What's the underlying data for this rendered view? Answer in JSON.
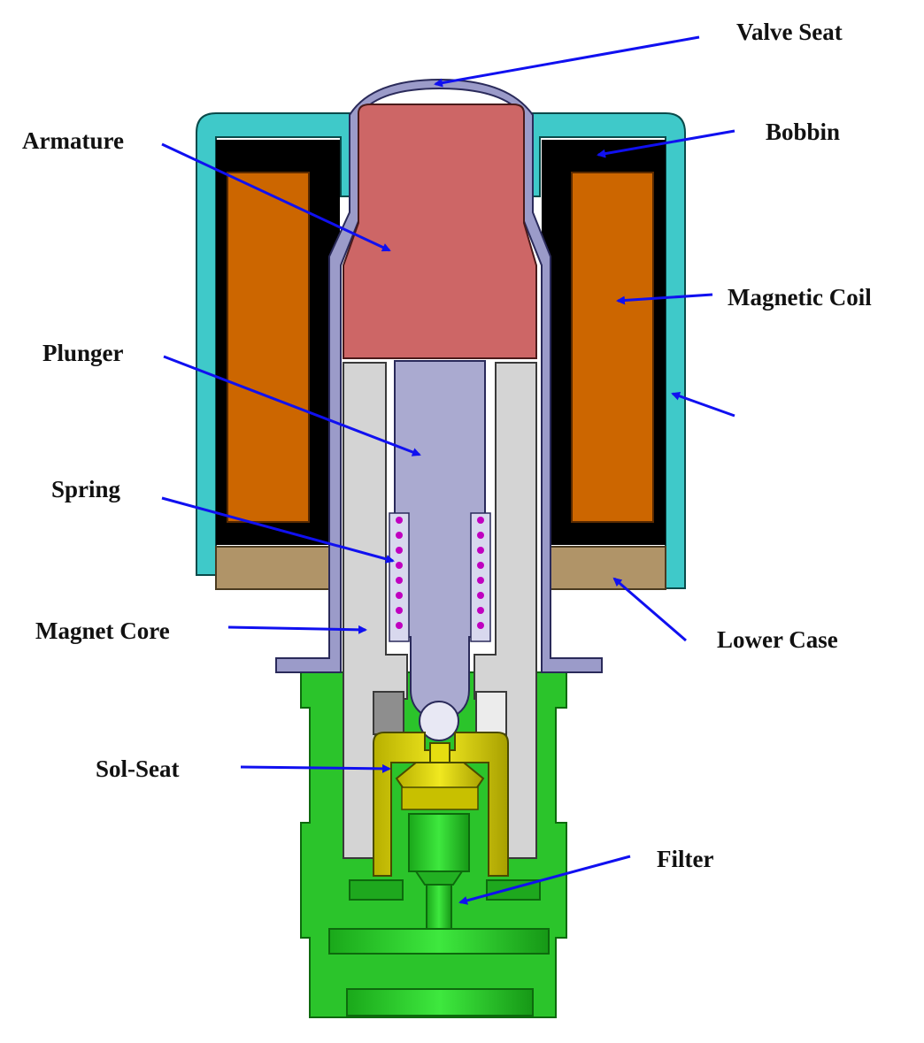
{
  "labels": {
    "valve_seat": "Valve Seat",
    "bobbin": "Bobbin",
    "armature": "Armature",
    "magnetic_coil": "Magnetic Coil",
    "plunger": "Plunger",
    "spring": "Spring",
    "magnet_core": "Magnet Core",
    "lower_case": "Lower Case",
    "sol_seat": "Sol-Seat",
    "filter": "Filter"
  },
  "colors": {
    "outer_case": "#3fc9c9",
    "coil": "#cc6600",
    "bobbin": "#000000",
    "armature": "#cd6666",
    "sleeve": "#9b9bc9",
    "plunger": "#aaaad0",
    "magnet_core": "#d4d4d4",
    "lower_case": "#b09468",
    "sol_seat": "#e0d800",
    "filter_body": "#22c422",
    "spring": "#c000c0",
    "arrow": "#1010f0"
  }
}
